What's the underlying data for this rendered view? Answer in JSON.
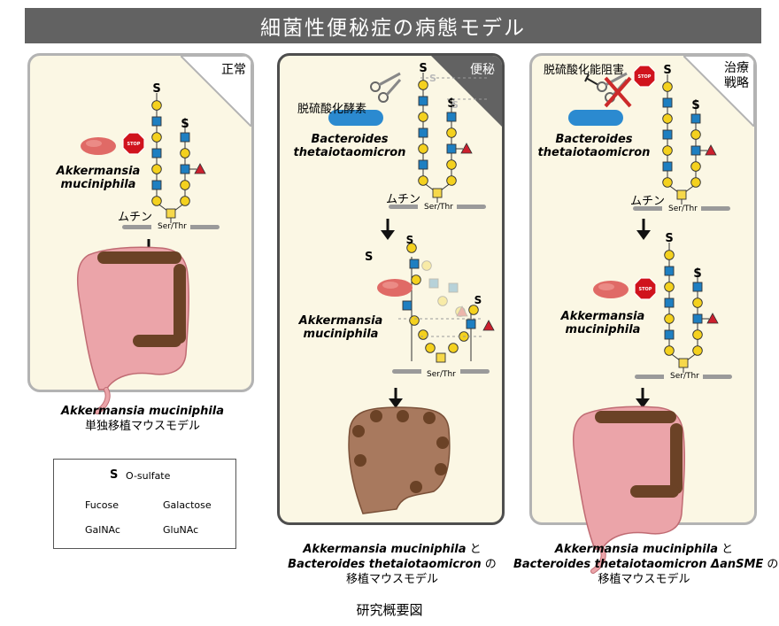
{
  "title": "細菌性便秘症の病態モデル",
  "panels": {
    "normal": {
      "corner": "正常",
      "mucin": "ムチン",
      "seq": "Ser/Thr",
      "bacteria": [
        "Akkermansia",
        "muciniphila"
      ],
      "stop": "STOP"
    },
    "constipation": {
      "corner": "便秘",
      "enzyme": "脱硫酸化酵素",
      "mucin": "ムチン",
      "seq": "Ser/Thr",
      "seq2": "Ser/Thr",
      "bacteria1": [
        "Bacteroides",
        "thetaiotaomicron"
      ],
      "bacteria2": [
        "Akkermansia",
        "muciniphila"
      ],
      "s_free": "S"
    },
    "treatment": {
      "corner": [
        "治療",
        "戦略"
      ],
      "inhibitor": "脱硫酸化能阻害",
      "mucin": "ムチン",
      "seq": "Ser/Thr",
      "seq2": "Ser/Thr",
      "bacteria1": [
        "Bacteroides",
        "thetaiotaomicron"
      ],
      "bacteria2": [
        "Akkermansia",
        "muciniphila"
      ],
      "stop": "STOP"
    }
  },
  "captions": {
    "normal": {
      "species": "Akkermansia muciniphila",
      "model": "単独移植マウスモデル"
    },
    "constipation": {
      "line1_species": "Akkermansia muciniphila",
      "line1_particle": " と",
      "line2_species": "Bacteroides thetaiotaomicron",
      "line2_particle": " の",
      "model": "移植マウスモデル"
    },
    "treatment": {
      "line1_species": "Akkermansia muciniphila",
      "line1_particle": " と",
      "line2_species": "Bacteroides thetaiotaomicron ΔanSME",
      "line2_particle": " の",
      "model": "移植マウスモデル"
    }
  },
  "legend": {
    "sulfate_symbol": "S",
    "sulfate": "O-sulfate",
    "fucose": "Fucose",
    "galactose": "Galactose",
    "galnac": "GalNAc",
    "glunac": "GluNAc"
  },
  "footer": "研究概要図",
  "colors": {
    "title_bg": "#626262",
    "panel_bg": "#fbf7e4",
    "galactose": "#f4d11e",
    "galnac": "#f6d84a",
    "glunac": "#1e7fc1",
    "fucose": "#cc1f2d",
    "bacteroides": "#2b8ad0",
    "akkermansia": "#e06a66",
    "colon": "#e9a1a6",
    "stool": "#6b4226"
  }
}
